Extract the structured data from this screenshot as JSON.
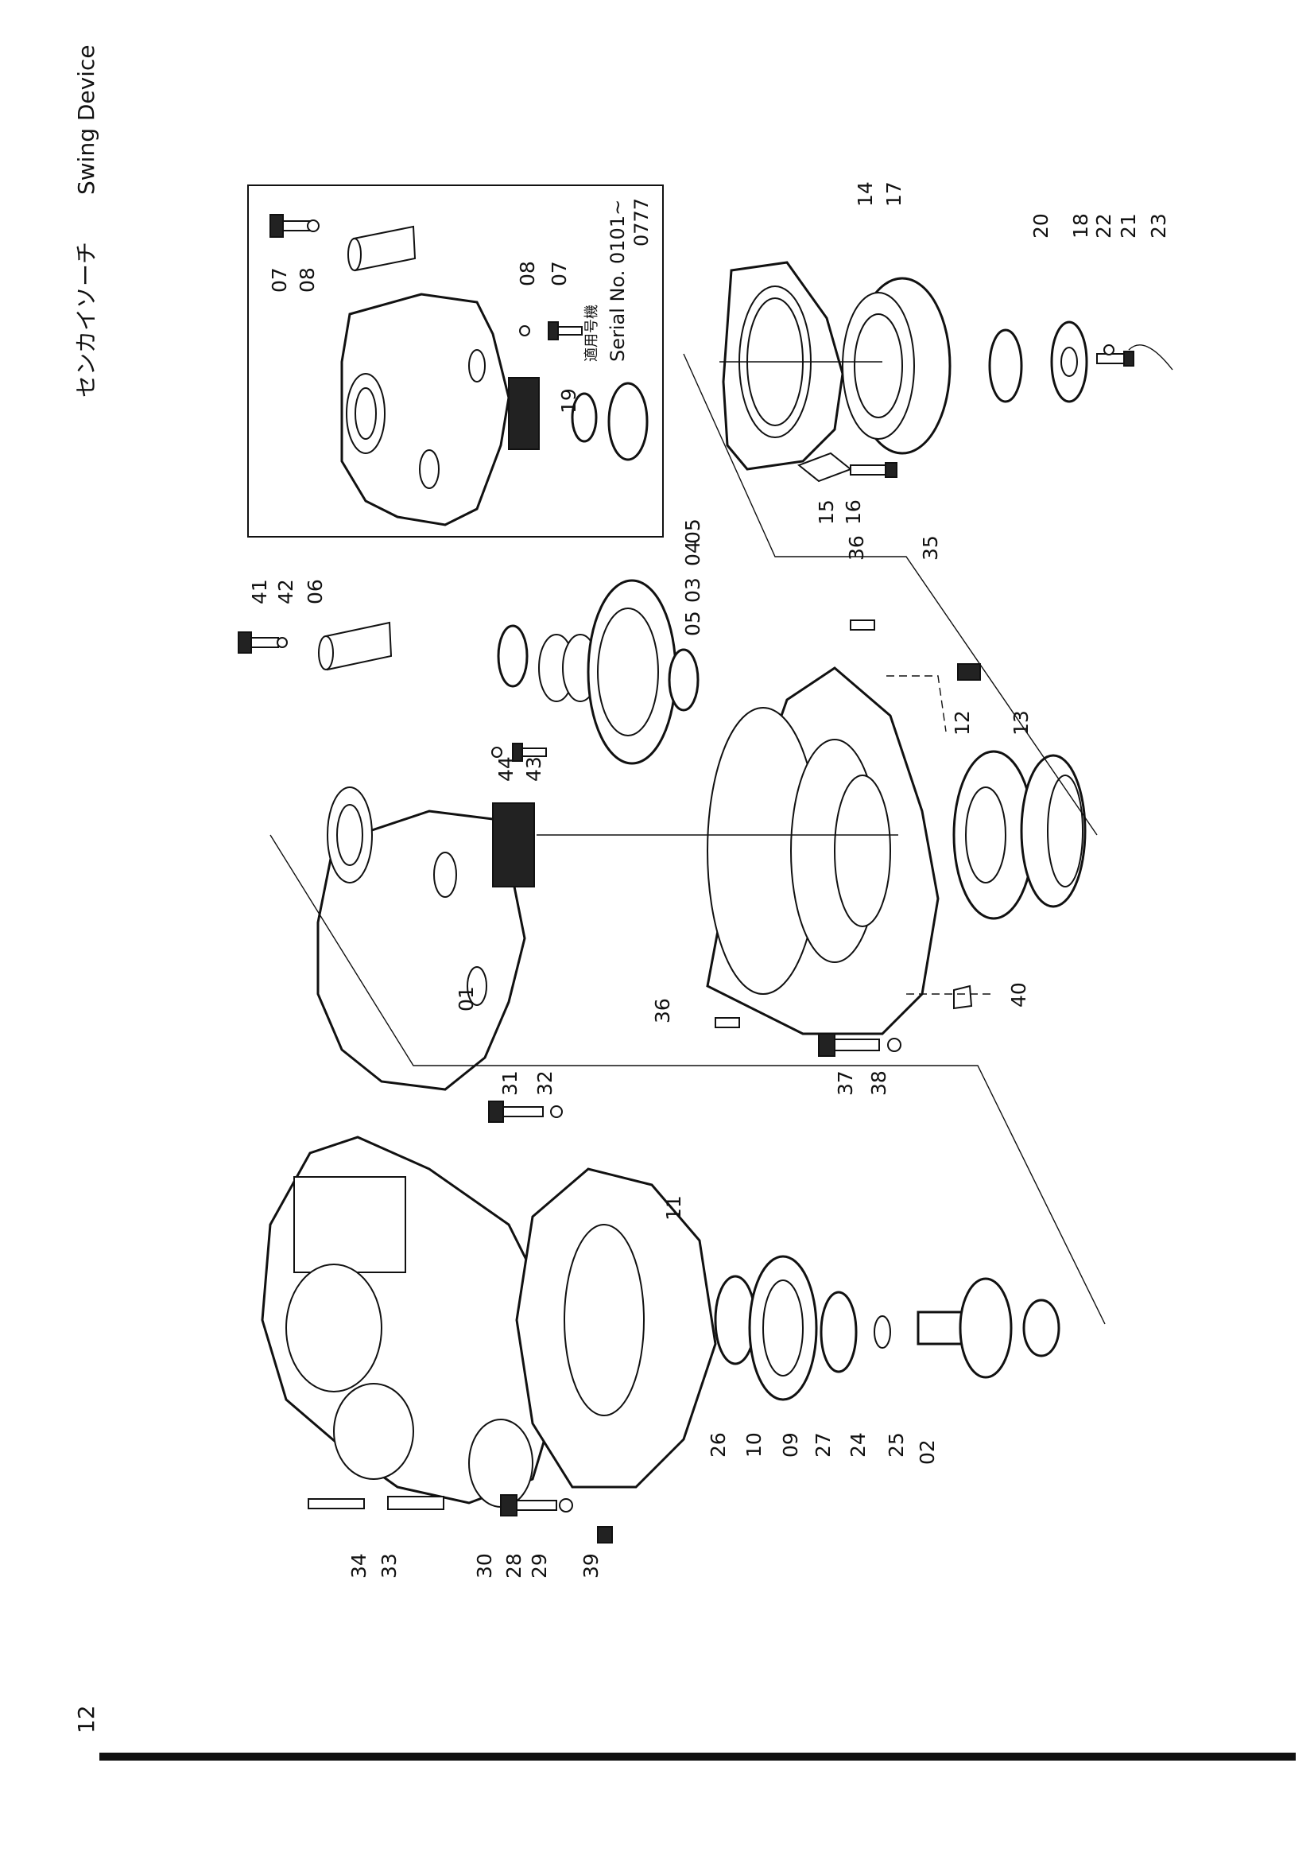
{
  "header": {
    "title_ja": "センカイソーチ",
    "title_en": "Swing Device",
    "page_number": "12"
  },
  "inset": {
    "applicable_label": "適用号機",
    "serial_label": "Serial No. 0101~",
    "serial_to": "0777"
  },
  "part_numbers": [
    "01",
    "02",
    "03",
    "04",
    "05",
    "05",
    "06",
    "07",
    "07",
    "08",
    "08",
    "09",
    "10",
    "11",
    "12",
    "13",
    "14",
    "15",
    "16",
    "17",
    "18",
    "19",
    "20",
    "21",
    "22",
    "23",
    "24",
    "25",
    "26",
    "27",
    "28",
    "29",
    "30",
    "31",
    "32",
    "33",
    "34",
    "35",
    "36",
    "36",
    "37",
    "38",
    "39",
    "40",
    "41",
    "42",
    "43",
    "44"
  ]
}
